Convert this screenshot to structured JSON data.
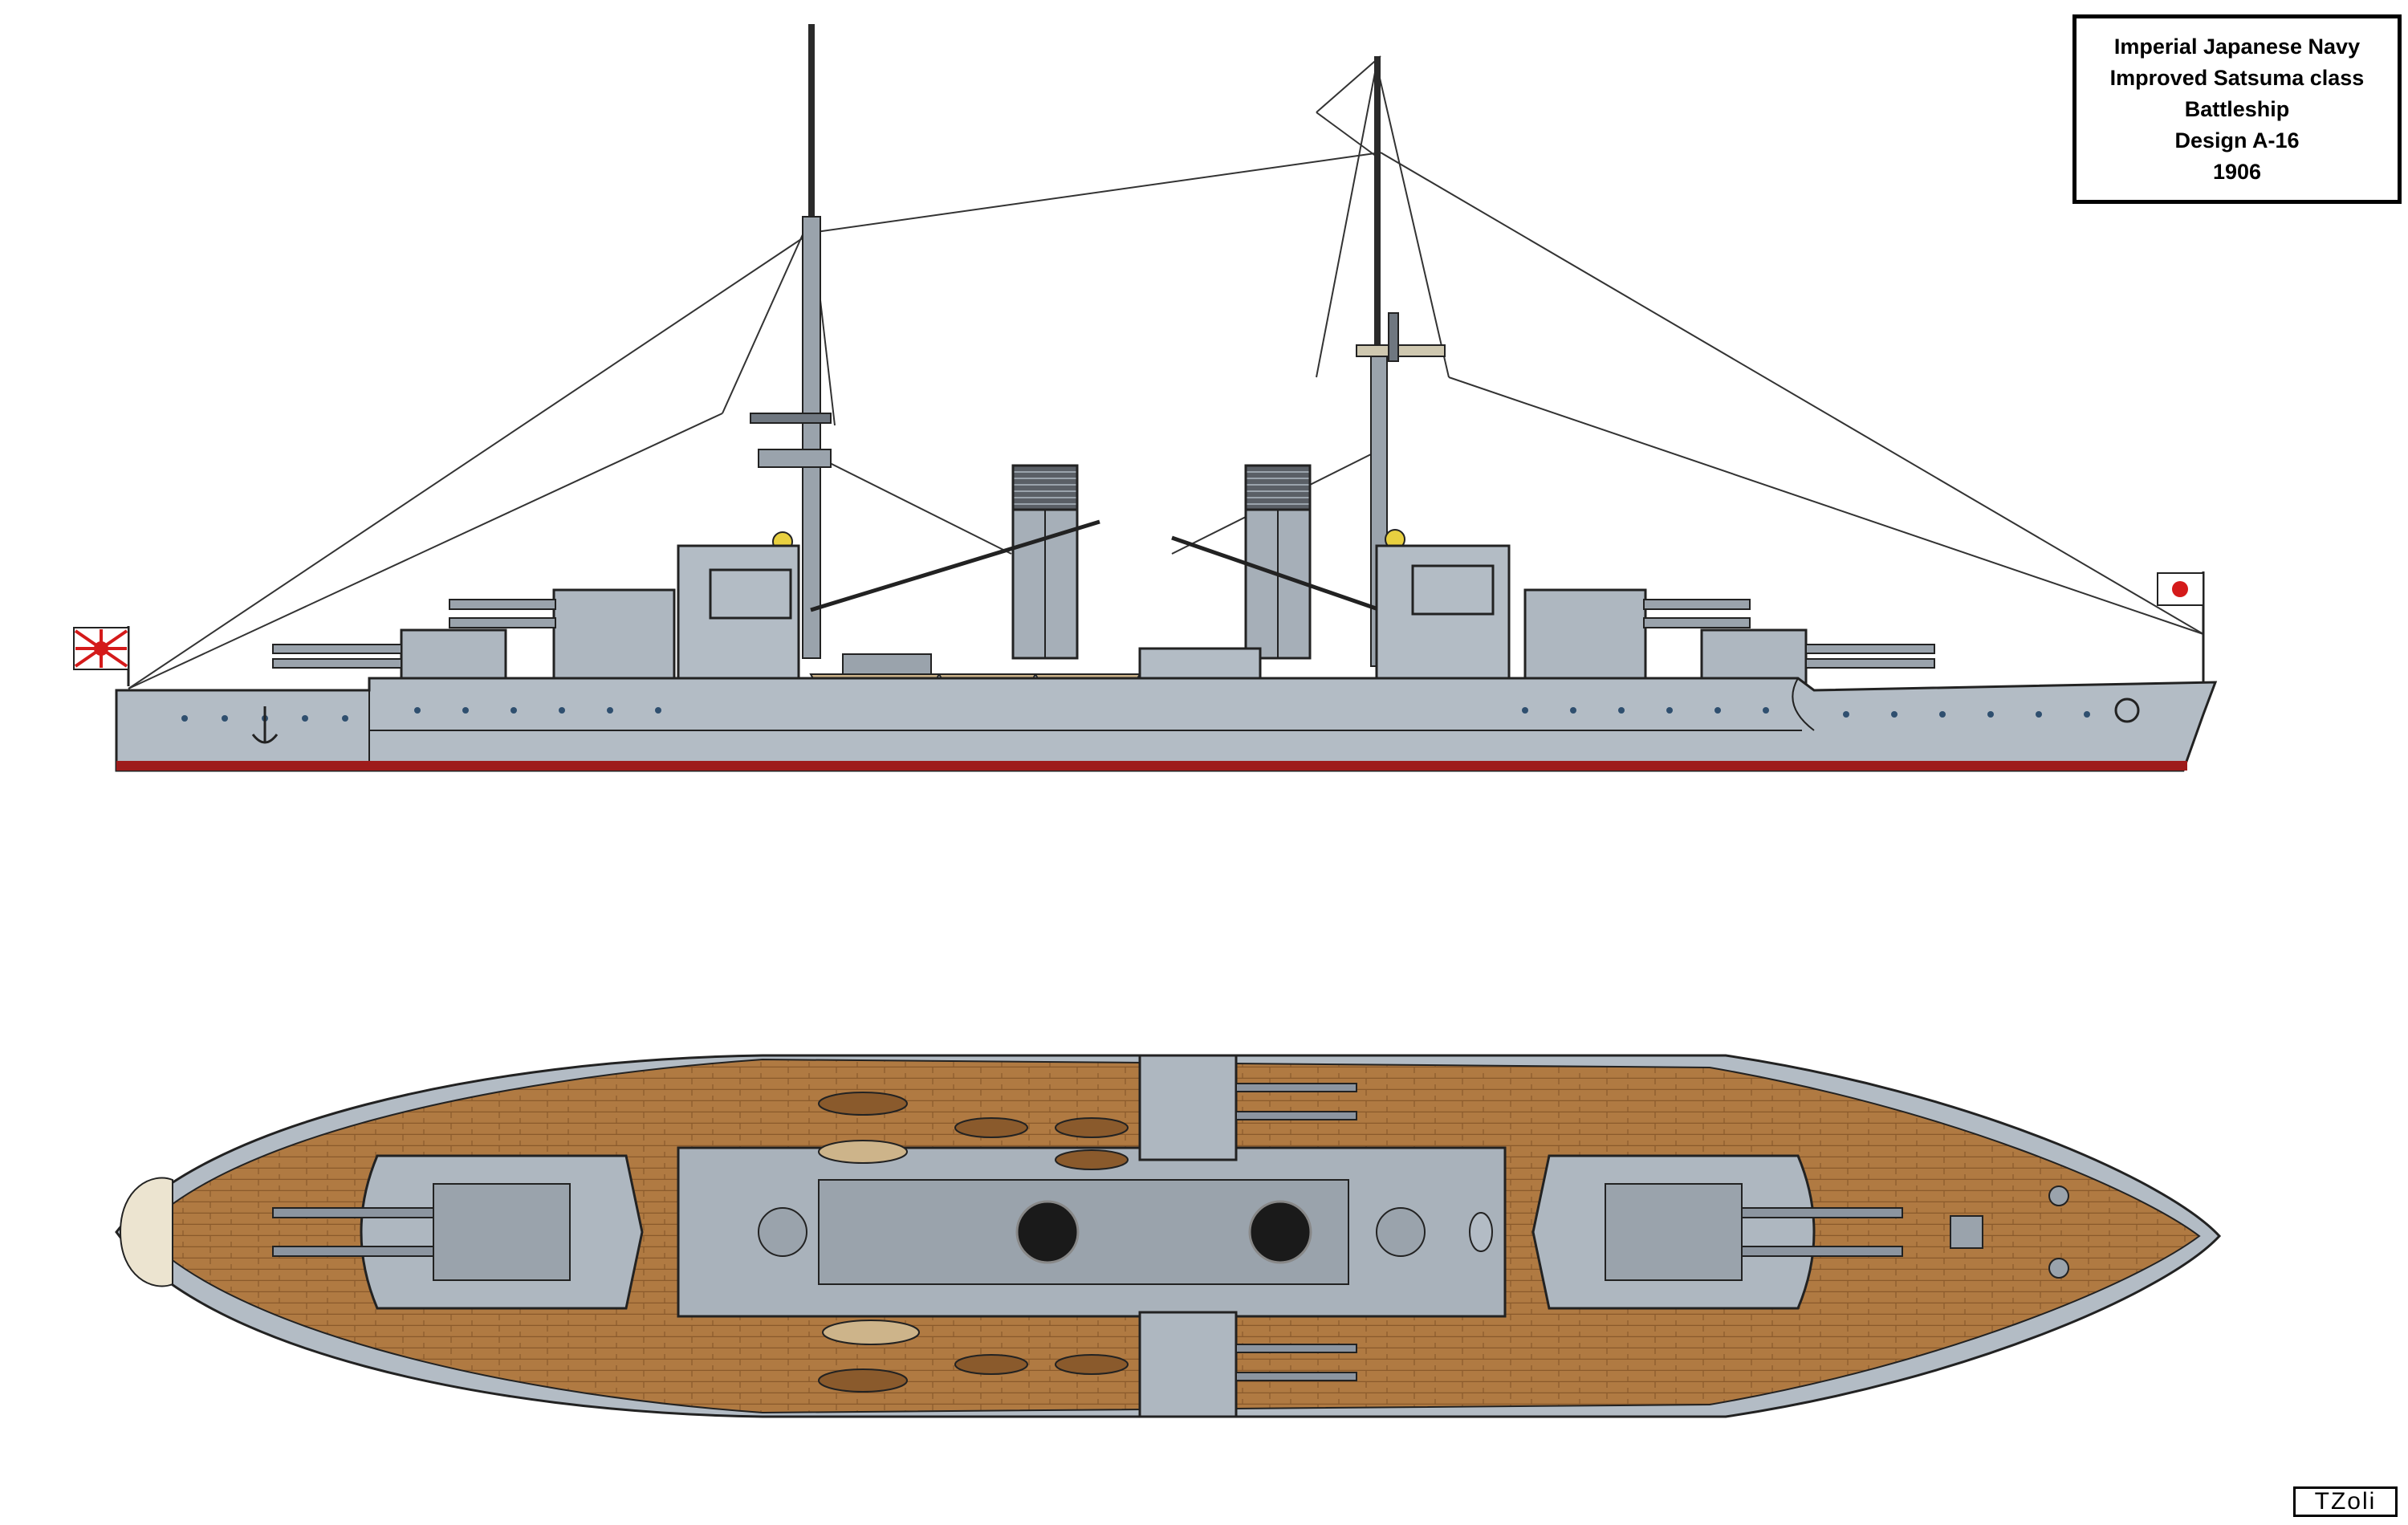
{
  "title_block": {
    "line1": "Imperial Japanese Navy",
    "line2": "Improved Satsuma class",
    "line3": "Battleship",
    "line4": "Design A-16",
    "line5": "1906"
  },
  "signature": "TZoli",
  "colors": {
    "hull_grey": "#b3bcc5",
    "hull_dark": "#97a1ab",
    "turret_grey": "#aeb7c0",
    "boot_topping": "#9e1b1b",
    "deck_wood": "#b07a42",
    "deck_plank_line": "#8a5a2c",
    "outline": "#222222",
    "rising_sun_red": "#d41a1a",
    "canvas_beige": "#ece4d0"
  },
  "views": {
    "profile": "side-profile",
    "plan": "top-plan"
  }
}
